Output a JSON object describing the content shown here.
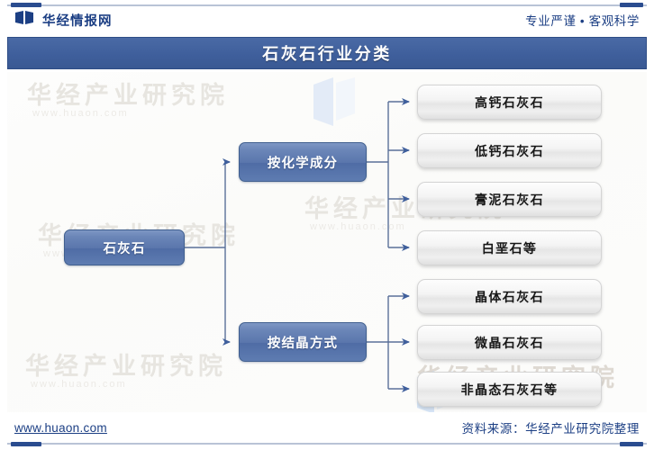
{
  "header": {
    "brand": "华经情报网",
    "brand_icon": "book-logo-icon",
    "tagline": "专业严谨 • 客观科学"
  },
  "title": "石灰石行业分类",
  "watermark": {
    "main": "华经产业研究院",
    "site": "www.huaon.com"
  },
  "diagram": {
    "root": {
      "label": "石灰石"
    },
    "branches": [
      {
        "label": "按化学成分",
        "children": [
          {
            "label": "高钙石灰石"
          },
          {
            "label": "低钙石灰石"
          },
          {
            "label": "膏泥石灰石"
          },
          {
            "label": "白垩石等"
          }
        ]
      },
      {
        "label": "按结晶方式",
        "children": [
          {
            "label": "晶体石灰石"
          },
          {
            "label": "微晶石灰石"
          },
          {
            "label": "非晶态石灰石等"
          }
        ]
      }
    ]
  },
  "footer": {
    "site": "www.huaon.com",
    "source": "资料来源：华经产业研究院整理"
  },
  "colors": {
    "brand_blue": "#1c3f84",
    "banner_blue": "#3f5f9c",
    "node_blue": "#5a76ac",
    "connector": "#4a6496",
    "rule": "#b9c3d6"
  }
}
